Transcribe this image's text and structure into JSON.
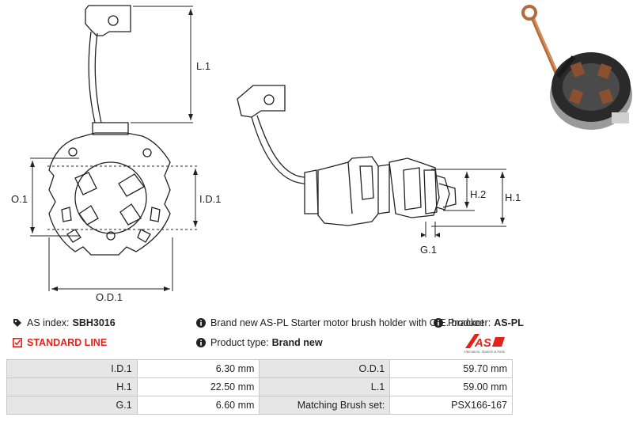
{
  "drawing": {
    "dim_labels": {
      "l1": "L.1",
      "o1": "O.1",
      "id1": "I.D.1",
      "od1": "O.D.1",
      "h1": "H.1",
      "h2": "H.2",
      "g1": "G.1"
    }
  },
  "info": {
    "as_index_label": "AS index:",
    "as_index_value": "SBH3016",
    "description": "Brand new AS-PL Starter motor brush holder with C.E. bracket",
    "producer_label": "Producer:",
    "producer_value": "AS-PL",
    "line_label": "STANDARD LINE",
    "product_type_label": "Product type:",
    "product_type_value": "Brand new"
  },
  "logo": {
    "text": "AS",
    "tagline": "Alternators, Starters & Parts",
    "color": "#e2231a"
  },
  "specs": [
    {
      "k1": "I.D.1",
      "v1": "6.30 mm",
      "k2": "O.D.1",
      "v2": "59.70 mm"
    },
    {
      "k1": "H.1",
      "v1": "22.50 mm",
      "k2": "L.1",
      "v2": "59.00 mm"
    },
    {
      "k1": "G.1",
      "v1": "6.60 mm",
      "k2": "Matching Brush set:",
      "v2": "PSX166-167"
    }
  ],
  "colors": {
    "accent_red": "#e2231a",
    "table_key_bg": "#e6e6e6",
    "table_border": "#c8c8c8"
  },
  "icons": [
    "tag-icon",
    "info-icon",
    "checkbox-icon"
  ]
}
